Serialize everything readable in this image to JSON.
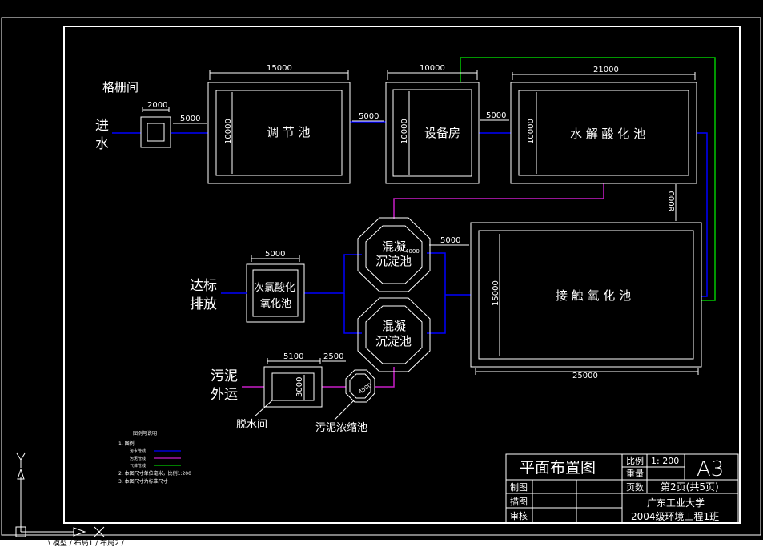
{
  "diagram": {
    "grid_room": {
      "label": "格栅间",
      "dim_w": "2000"
    },
    "inlet": {
      "line1": "进",
      "line2": "水"
    },
    "regulating_tank": {
      "label": "调 节 池",
      "dim_w": "15000",
      "dim_h": "10000"
    },
    "equipment_room": {
      "label": "设备房",
      "dim_w": "10000",
      "dim_h": "10000"
    },
    "hydrolysis_tank": {
      "label": "水 解 酸 化 池",
      "dim_w": "21000",
      "dim_h": "10000"
    },
    "contact_oxidation_tank": {
      "label": "接 触 氧 化 池",
      "dim_w": "25000",
      "dim_h": "15000"
    },
    "coag_tank_1": {
      "line1": "混凝",
      "line2": "沉淀池",
      "dim": "4000"
    },
    "coag_tank_2": {
      "line1": "混凝",
      "line2": "沉淀池"
    },
    "hypochlorite_tank": {
      "line1": "次氯酸化",
      "line2": "氧化池",
      "dim_w": "5000"
    },
    "discharge": {
      "line1": "达标",
      "line2": "排放"
    },
    "sludge_out": {
      "line1": "污泥",
      "line2": "外运"
    },
    "dewatering_room": {
      "label": "脱水间",
      "dim_w": "5100",
      "dim_h": "3000"
    },
    "sludge_thickener": {
      "label": "污泥浓缩池",
      "dim": "4500",
      "gap": "2500"
    },
    "gap_1": "5000",
    "gap_2": "5000",
    "gap_3": "5000",
    "gap_4": "5000",
    "gap_5": "8000"
  },
  "legend": {
    "title": "图例与说明",
    "item1": "1. 图例",
    "sub1": "污水管线",
    "sub2": "污泥管线",
    "sub3": "气体管线",
    "note2": "2. 本图尺寸单位毫米，比例1:200",
    "note3": "3. 本图尺寸为标准尺寸",
    "colors": {
      "water": "#0000ff",
      "sludge": "#c81ec8",
      "gas": "#00c800"
    }
  },
  "title_block": {
    "title": "平面布置图",
    "scale_label": "比例",
    "scale_value": "1: 200",
    "weight_label": "重量",
    "sheet_size": "A3",
    "pages_label": "页数",
    "pages_value": "第2页(共5页)",
    "drawn_label": "制图",
    "traced_label": "描图",
    "review_label": "审核",
    "org_line1": "广东工业大学",
    "org_line2": "2004级环境工程1班"
  },
  "statusbar": {
    "text": "\\ 模型 / 布局1 / 布局2 /"
  }
}
